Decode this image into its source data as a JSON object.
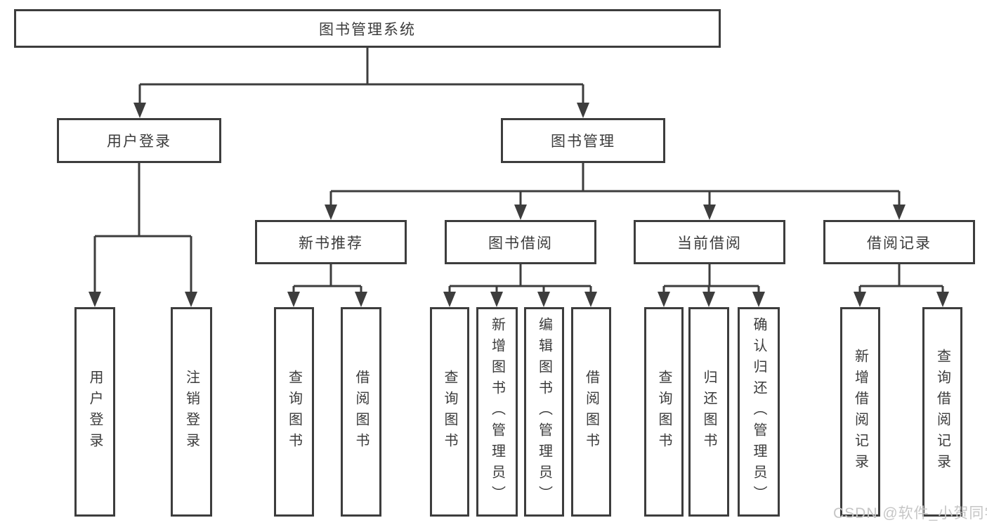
{
  "diagram": {
    "type": "hierarchy-tree",
    "colors": {
      "line": "#3d3d3d",
      "text": "#3b3b3b",
      "background": "#ffffff",
      "watermark": "#c6c6c6"
    },
    "tree": {
      "label": "图书管理系统",
      "children": [
        {
          "label": "用户登录",
          "children": [
            {
              "label": "用户登录"
            },
            {
              "label": "注销登录"
            }
          ]
        },
        {
          "label": "图书管理",
          "children": [
            {
              "label": "新书推荐",
              "children": [
                {
                  "label": "查询图书"
                },
                {
                  "label": "借阅图书"
                }
              ]
            },
            {
              "label": "图书借阅",
              "children": [
                {
                  "label": "查询图书"
                },
                {
                  "label": "新增图书（管理员）"
                },
                {
                  "label": "编辑图书（管理员）"
                },
                {
                  "label": "借阅图书"
                }
              ]
            },
            {
              "label": "当前借阅",
              "children": [
                {
                  "label": "查询图书"
                },
                {
                  "label": "归还图书"
                },
                {
                  "label": "确认归还（管理员）"
                }
              ]
            },
            {
              "label": "借阅记录",
              "children": [
                {
                  "label": "新增借阅记录"
                },
                {
                  "label": "查询借阅记录"
                }
              ]
            }
          ]
        }
      ]
    },
    "watermark": "CSDN @软件_小贺同学"
  }
}
